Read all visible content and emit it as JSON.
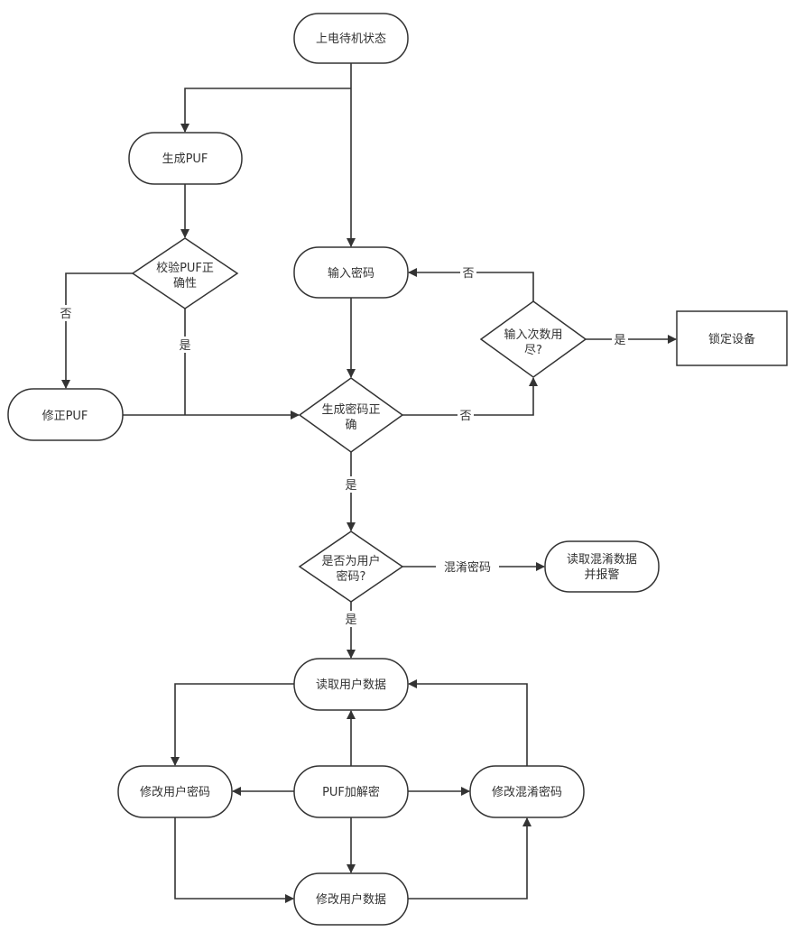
{
  "diagram": {
    "type": "flowchart",
    "nodes": {
      "standby": {
        "label": [
          "上电待机状态"
        ],
        "shape": "terminal"
      },
      "gen_puf": {
        "label": [
          "生成PUF"
        ],
        "shape": "terminal"
      },
      "verify_puf": {
        "label": [
          "校验PUF正",
          "确性"
        ],
        "shape": "decision"
      },
      "input_pwd": {
        "label": [
          "输入密码"
        ],
        "shape": "terminal"
      },
      "attempts_exhausted": {
        "label": [
          "输入次数用",
          "尽?"
        ],
        "shape": "decision"
      },
      "lock_device": {
        "label": [
          "锁定设备"
        ],
        "shape": "process"
      },
      "fix_puf": {
        "label": [
          "修正PUF"
        ],
        "shape": "terminal"
      },
      "gen_pwd_correct": {
        "label": [
          "生成密码正",
          "确"
        ],
        "shape": "decision"
      },
      "is_user_pwd": {
        "label": [
          "是否为用户",
          "密码?"
        ],
        "shape": "decision"
      },
      "read_obf_alarm": {
        "label": [
          "读取混淆数据",
          "并报警"
        ],
        "shape": "terminal"
      },
      "read_user_data": {
        "label": [
          "读取用户数据"
        ],
        "shape": "terminal"
      },
      "modify_user_pwd": {
        "label": [
          "修改用户密码"
        ],
        "shape": "terminal"
      },
      "puf_crypto": {
        "label": [
          "PUF加解密"
        ],
        "shape": "terminal"
      },
      "modify_obf_pwd": {
        "label": [
          "修改混淆密码"
        ],
        "shape": "terminal"
      },
      "modify_user_data": {
        "label": [
          "修改用户数据"
        ],
        "shape": "terminal"
      }
    },
    "edges": [
      {
        "from": "standby",
        "to": "gen_puf",
        "label": ""
      },
      {
        "from": "standby",
        "to": "input_pwd",
        "label": ""
      },
      {
        "from": "gen_puf",
        "to": "verify_puf",
        "label": ""
      },
      {
        "from": "verify_puf",
        "to": "fix_puf",
        "label": "否"
      },
      {
        "from": "verify_puf",
        "to": "gen_pwd_correct",
        "label": "是"
      },
      {
        "from": "fix_puf",
        "to": "gen_pwd_correct",
        "label": ""
      },
      {
        "from": "input_pwd",
        "to": "gen_pwd_correct",
        "label": ""
      },
      {
        "from": "gen_pwd_correct",
        "to": "attempts_exhausted",
        "label": "否"
      },
      {
        "from": "attempts_exhausted",
        "to": "input_pwd",
        "label": "否"
      },
      {
        "from": "attempts_exhausted",
        "to": "lock_device",
        "label": "是"
      },
      {
        "from": "gen_pwd_correct",
        "to": "is_user_pwd",
        "label": "是"
      },
      {
        "from": "is_user_pwd",
        "to": "read_obf_alarm",
        "label": "混淆密码"
      },
      {
        "from": "is_user_pwd",
        "to": "read_user_data",
        "label": "是"
      },
      {
        "from": "read_user_data",
        "to": "modify_user_pwd",
        "label": ""
      },
      {
        "from": "puf_crypto",
        "to": "read_user_data",
        "label": ""
      },
      {
        "from": "puf_crypto",
        "to": "modify_user_pwd",
        "label": ""
      },
      {
        "from": "puf_crypto",
        "to": "modify_obf_pwd",
        "label": ""
      },
      {
        "from": "puf_crypto",
        "to": "modify_user_data",
        "label": ""
      },
      {
        "from": "modify_user_pwd",
        "to": "modify_user_data",
        "label": ""
      },
      {
        "from": "modify_user_data",
        "to": "modify_obf_pwd",
        "label": ""
      },
      {
        "from": "modify_obf_pwd",
        "to": "read_user_data",
        "label": ""
      }
    ],
    "edge_labels": {
      "no": "否",
      "yes": "是",
      "obfuscated_pwd": "混淆密码"
    }
  }
}
